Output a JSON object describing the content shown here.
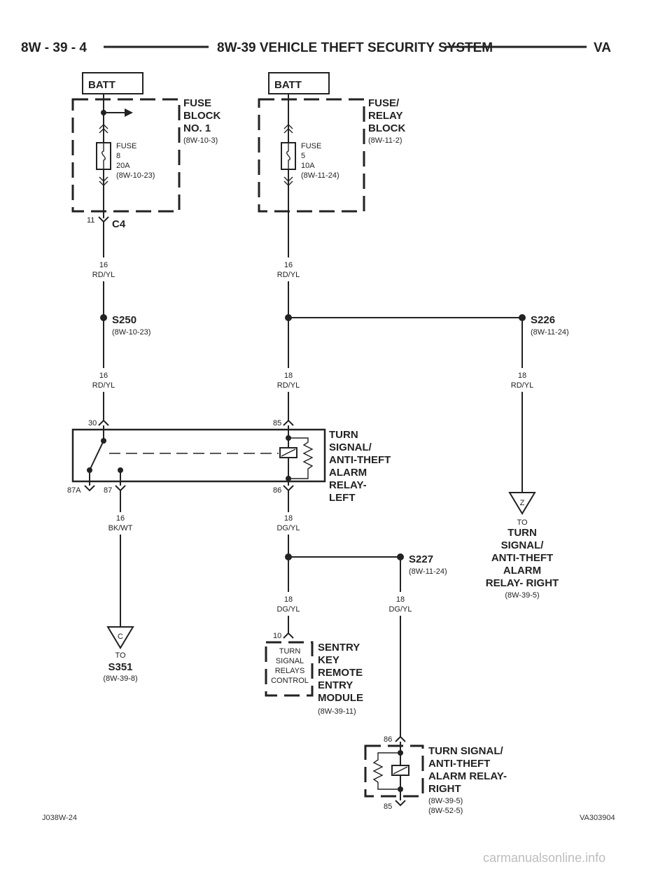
{
  "header": {
    "page": "8W - 39 - 4",
    "title": "8W-39 VEHICLE THEFT SECURITY SYSTEM",
    "model": "VA"
  },
  "fuse_block_1": {
    "source": "BATT",
    "name": [
      "FUSE",
      "BLOCK",
      "NO. 1"
    ],
    "ref": "(8W-10-3)",
    "fuse": [
      "FUSE",
      "8",
      "20A",
      "(8W-10-23)"
    ],
    "pin": "11",
    "connector": "C4"
  },
  "fuse_relay_block": {
    "source": "BATT",
    "name": [
      "FUSE/",
      "RELAY",
      "BLOCK"
    ],
    "ref": "(8W-11-2)",
    "fuse": [
      "FUSE",
      "5",
      "10A",
      "(8W-11-24)"
    ]
  },
  "wires": {
    "w1": [
      "16",
      "RD/YL"
    ],
    "w2": [
      "16",
      "RD/YL"
    ],
    "w3": [
      "16",
      "RD/YL"
    ],
    "w4": [
      "18",
      "RD/YL"
    ],
    "w5": [
      "18",
      "RD/YL"
    ],
    "w6": [
      "16",
      "BK/WT"
    ],
    "w7": [
      "18",
      "DG/YL"
    ],
    "w8": [
      "18",
      "DG/YL"
    ],
    "w9": [
      "18",
      "DG/YL"
    ]
  },
  "splices": {
    "s250": {
      "name": "S250",
      "ref": "(8W-10-23)"
    },
    "s226": {
      "name": "S226",
      "ref": "(8W-11-24)"
    },
    "s227": {
      "name": "S227",
      "ref": "(8W-11-24)"
    }
  },
  "relay_left": {
    "name": [
      "TURN",
      "SIGNAL/",
      "ANTI-THEFT",
      "ALARM",
      "RELAY-",
      "LEFT"
    ],
    "pins": {
      "p30": "30",
      "p85": "85",
      "p87a": "87A",
      "p87": "87",
      "p86": "86"
    }
  },
  "to_c": {
    "letter": "C",
    "to": "TO",
    "dest": "S351",
    "ref": "(8W-39-8)"
  },
  "to_z": {
    "letter": "Z",
    "to": "TO",
    "dest": [
      "TURN",
      "SIGNAL/",
      "ANTI-THEFT",
      "ALARM",
      "RELAY- RIGHT"
    ],
    "ref": "(8W-39-5)"
  },
  "skrem": {
    "pin": "10",
    "internal": [
      "TURN",
      "SIGNAL",
      "RELAYS",
      "CONTROL"
    ],
    "name": [
      "SENTRY",
      "KEY",
      "REMOTE",
      "ENTRY",
      "MODULE"
    ],
    "ref": "(8W-39-11)"
  },
  "relay_right": {
    "pin_top": "86",
    "pin_bottom": "85",
    "name": [
      "TURN SIGNAL/",
      "ANTI-THEFT",
      "ALARM RELAY-",
      "RIGHT"
    ],
    "refs": [
      "(8W-39-5)",
      "(8W-52-5)"
    ]
  },
  "footer": {
    "left": "J038W-24",
    "right": "VA303904"
  },
  "watermark": "carmanualsonline.info"
}
